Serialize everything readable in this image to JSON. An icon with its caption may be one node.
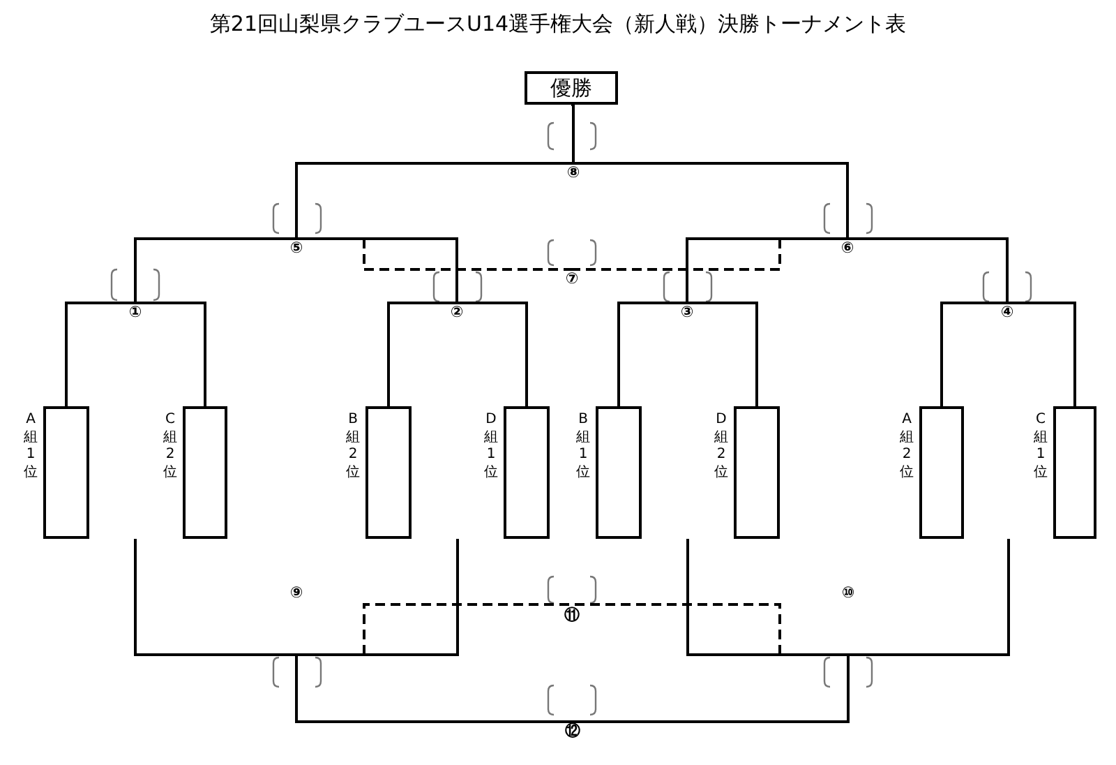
{
  "diagram": {
    "title": "第21回山梨県クラブユースU14選手権大会（新人戦）決勝トーナメント表",
    "nodes": [
      {
        "text": [
          "優勝"
        ]
      },
      {
        "text": [
          "⑧"
        ]
      },
      {
        "text": [
          "⑤"
        ]
      },
      {
        "text": [
          "⑥"
        ]
      },
      {
        "text": [
          "⑦"
        ]
      },
      {
        "text": [
          "①"
        ]
      },
      {
        "text": [
          "②"
        ]
      },
      {
        "text": [
          "③"
        ]
      },
      {
        "text": [
          "④"
        ]
      },
      {
        "text": [],
        "shape": "box",
        "beside": [
          "A組1位"
        ]
      },
      {
        "text": [],
        "shape": "box",
        "beside": [
          "C組2位"
        ]
      },
      {
        "text": [],
        "shape": "box",
        "beside": [
          "B組2位"
        ]
      },
      {
        "text": [],
        "shape": "box",
        "beside": [
          "D組1位"
        ]
      },
      {
        "text": [],
        "shape": "box",
        "beside": [
          "B組1位"
        ]
      },
      {
        "text": [],
        "shape": "box",
        "beside": [
          "D組2位"
        ]
      },
      {
        "text": [],
        "shape": "box",
        "beside": [
          "A組2位"
        ]
      },
      {
        "text": [],
        "shape": "box",
        "beside": [
          "C組1位"
        ]
      },
      {
        "text": [
          "⑨"
        ]
      },
      {
        "text": [
          "⑩"
        ]
      },
      {
        "text": [
          "⑪"
        ]
      },
      {
        "text": [
          "⑫"
        ]
      }
    ],
    "edges": [
      {
        "from": 9,
        "to": 5,
        "arrow": "none"
      },
      {
        "from": 10,
        "to": 5,
        "arrow": "none"
      },
      {
        "from": 11,
        "to": 6,
        "arrow": "none"
      },
      {
        "from": 12,
        "to": 6,
        "arrow": "none"
      },
      {
        "from": 13,
        "to": 7,
        "arrow": "none"
      },
      {
        "from": 14,
        "to": 7,
        "arrow": "none"
      },
      {
        "from": 15,
        "to": 8,
        "arrow": "none"
      },
      {
        "from": 16,
        "to": 8,
        "arrow": "none"
      },
      {
        "from": 5,
        "to": 2,
        "arrow": "none"
      },
      {
        "from": 6,
        "to": 2,
        "arrow": "none"
      },
      {
        "from": 7,
        "to": 3,
        "arrow": "none"
      },
      {
        "from": 8,
        "to": 3,
        "arrow": "none"
      },
      {
        "from": 2,
        "to": 4,
        "arrow": "none",
        "style": "dashed"
      },
      {
        "from": 3,
        "to": 4,
        "arrow": "none",
        "style": "dashed"
      },
      {
        "from": 2,
        "to": 1,
        "arrow": "none"
      },
      {
        "from": 3,
        "to": 1,
        "arrow": "none"
      },
      {
        "from": 1,
        "to": 0,
        "arrow": "none"
      },
      {
        "from": null,
        "to": 17,
        "arrow": "none"
      },
      {
        "from": null,
        "to": 17,
        "arrow": "none"
      },
      {
        "from": null,
        "to": 18,
        "arrow": "none"
      },
      {
        "from": null,
        "to": 18,
        "arrow": "none"
      },
      {
        "from": 17,
        "to": 19,
        "arrow": "none",
        "style": "dashed"
      },
      {
        "from": 18,
        "to": 19,
        "arrow": "none",
        "style": "dashed"
      },
      {
        "from": 17,
        "to": 20,
        "arrow": "none"
      },
      {
        "from": 18,
        "to": 20,
        "arrow": "none"
      }
    ]
  }
}
